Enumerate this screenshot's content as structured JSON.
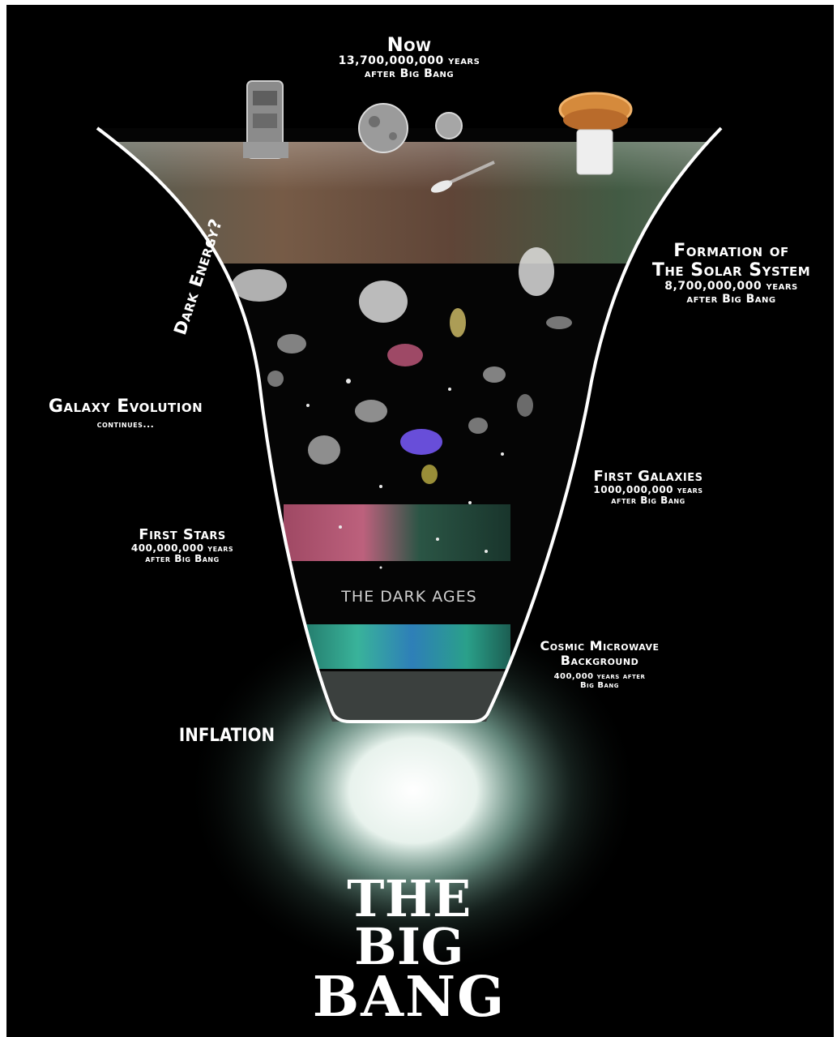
{
  "labels": {
    "now_title": "Now",
    "now_sub1": "13,700,000,000 years",
    "now_sub2": "after Big Bang",
    "solar_title1": "Formation of",
    "solar_title2": "The Solar System",
    "solar_sub1": "8,700,000,000 years",
    "solar_sub2": "after Big Bang",
    "dark_energy": "Dark Energy?",
    "galaxy_evo_title": "Galaxy Evolution",
    "galaxy_evo_sub": "continues...",
    "first_galaxies_title": "First Galaxies",
    "first_galaxies_sub1": "1000,000,000 years",
    "first_galaxies_sub2": "after Big Bang",
    "first_stars_title": "First Stars",
    "first_stars_sub1": "400,000,000 years",
    "first_stars_sub2": "after Big Bang",
    "dark_ages": "THE DARK AGES",
    "cmb_title1": "Cosmic Microwave",
    "cmb_title2": "Background",
    "cmb_sub1": "400,000 years after",
    "cmb_sub2": "Big Bang",
    "inflation": "INFLATION",
    "big_bang_1": "THE",
    "big_bang_2": "BIG",
    "big_bang_3": "BANG"
  },
  "colors": {
    "background": "#000000",
    "outline": "#ffffff",
    "cmb_band": "#2a9d8f",
    "glow": "#e8fff6"
  }
}
